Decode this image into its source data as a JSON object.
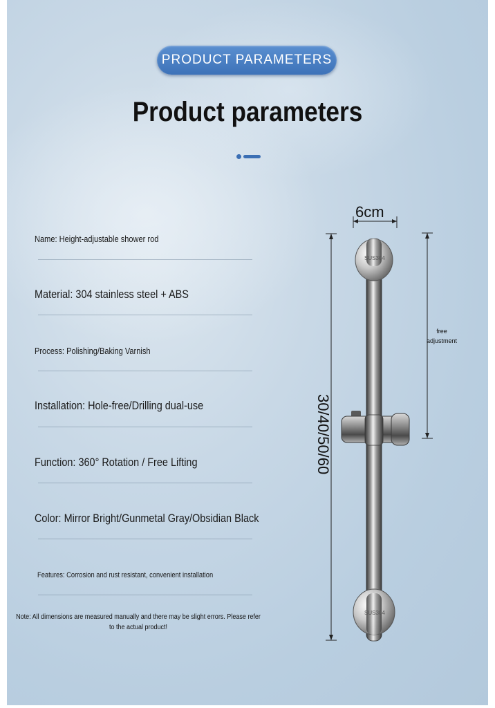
{
  "header": {
    "badge": "PRODUCT PARAMETERS",
    "title": "Product parameters"
  },
  "params": [
    {
      "label": "Name",
      "value": "Height-adjustable shower rod"
    },
    {
      "label": "Material",
      "value": "304 stainless steel + ABS"
    },
    {
      "label": "Process",
      "value": "Polishing/Baking Varnish"
    },
    {
      "label": "Installation",
      "value": "Hole-free/Drilling dual-use"
    },
    {
      "label": "Function",
      "value": "360° Rotation / Free Lifting"
    },
    {
      "label": "Color",
      "value": "Mirror Bright/Gunmetal Gray/Obsidian Black"
    },
    {
      "label": "Features",
      "value": "Corrosion and rust resistant, convenient installation"
    }
  ],
  "note": "Note: All dimensions are measured manually and there may be slight errors. Please refer to the actual product!",
  "diagram": {
    "width_label": "6cm",
    "height_label": "30/40/50/60",
    "adjust_label_line1": "free",
    "adjust_label_line2": "adjustment",
    "mount_mark_top": "SUS304",
    "mount_mark_bottom": "SUS304"
  },
  "colors": {
    "accent": "#3d72b8",
    "background": "#c2d5e4",
    "text": "#111111"
  }
}
